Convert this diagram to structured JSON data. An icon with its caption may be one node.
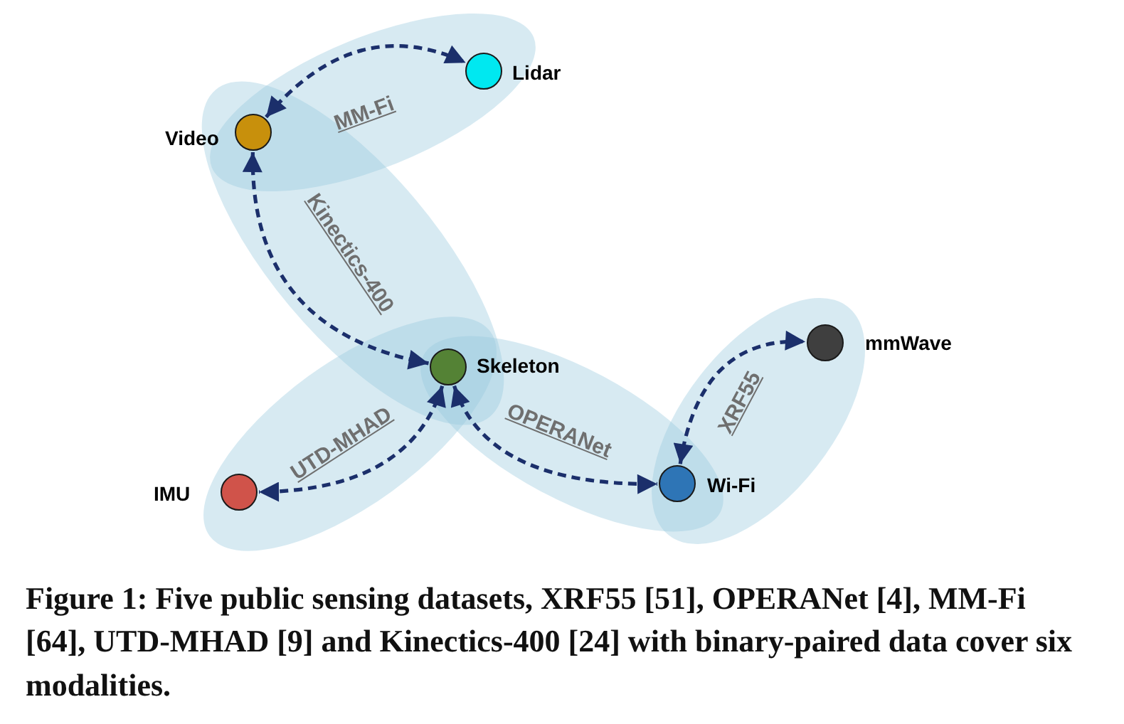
{
  "diagram": {
    "caption": "Figure 1: Five public sensing datasets, XRF55 [51], OPERANet [4], MM-Fi [64], UTD-MHAD [9] and Kinectics-400 [24] with binary-paired data cover six modalities.",
    "nodes": [
      {
        "text": [],
        "shape": "circle",
        "beside": [
          "Lidar"
        ]
      },
      {
        "text": [],
        "shape": "circle",
        "beside": [
          "Video"
        ]
      },
      {
        "text": [],
        "shape": "circle",
        "beside": [
          "mmWave"
        ]
      },
      {
        "text": [],
        "shape": "circle",
        "beside": [
          "Skeleton"
        ]
      },
      {
        "text": [],
        "shape": "circle",
        "beside": [
          "IMU"
        ]
      },
      {
        "text": [],
        "shape": "circle",
        "beside": [
          "Wi-Fi"
        ]
      }
    ],
    "edges": [
      {
        "from": 1,
        "to": 0,
        "arrow": "both",
        "style": "dashed",
        "label": "MM-Fi"
      },
      {
        "from": 1,
        "to": 3,
        "arrow": "both",
        "style": "dashed",
        "label": "Kinectics-400"
      },
      {
        "from": 3,
        "to": 4,
        "arrow": "both",
        "style": "dashed",
        "label": "UTD-MHAD"
      },
      {
        "from": 3,
        "to": 5,
        "arrow": "both",
        "style": "dashed",
        "label": "OPERANet"
      },
      {
        "from": 5,
        "to": 2,
        "arrow": "both",
        "style": "dashed",
        "label": "XRF55"
      }
    ]
  }
}
